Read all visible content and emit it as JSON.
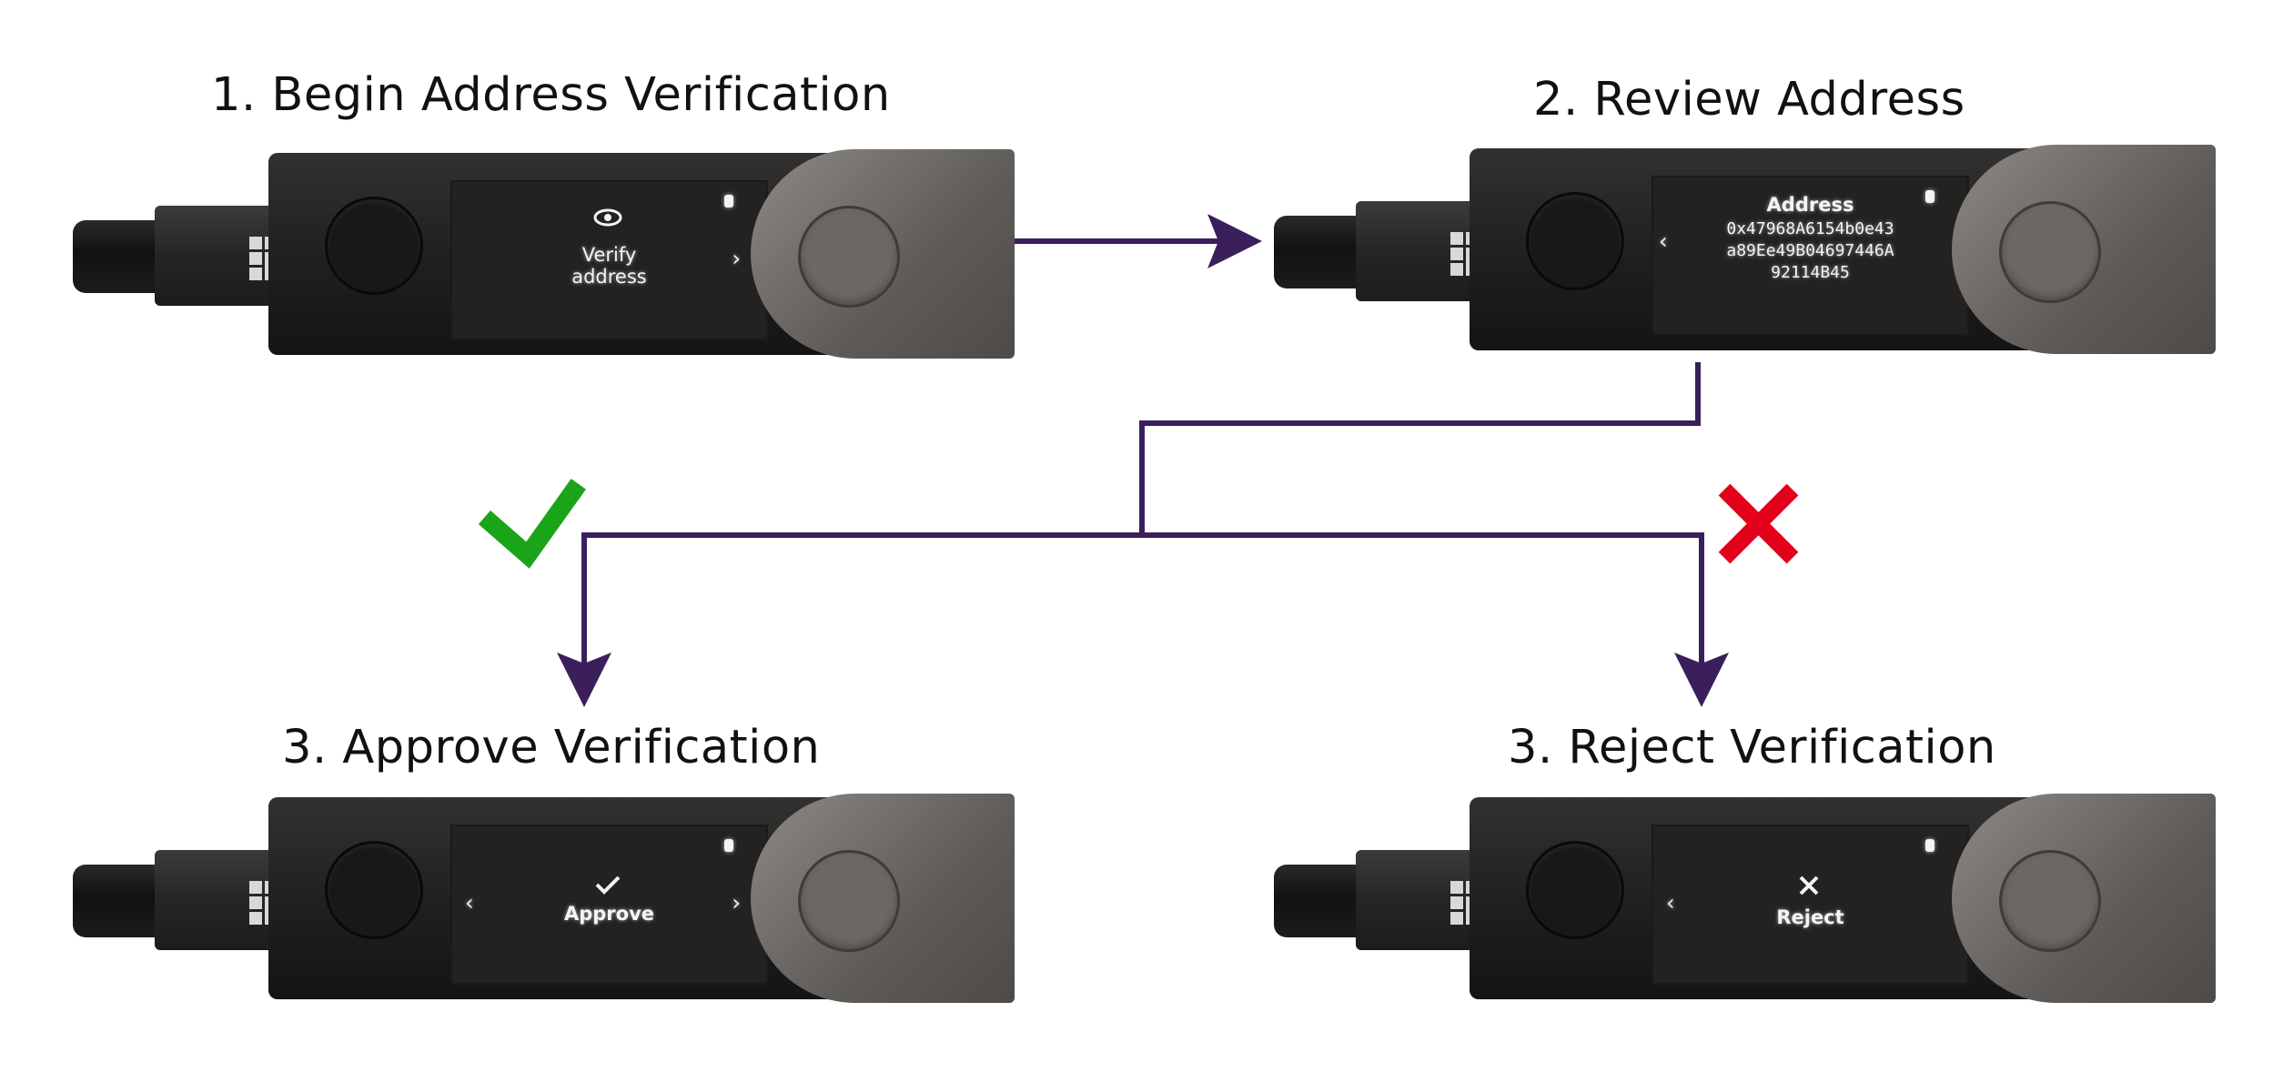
{
  "steps": [
    {
      "title": "1. Begin Address Verification",
      "screen": {
        "line1": "Verify",
        "line2": "address"
      }
    },
    {
      "title": "2. Review Address",
      "screen": {
        "heading": "Address",
        "address_lines": [
          "0x47968A6154b0e43",
          "a89Ee49B04697446A",
          "92114B45"
        ]
      }
    },
    {
      "title": "3. Approve Verification",
      "screen": {
        "label": "Approve"
      }
    },
    {
      "title": "3. Reject Verification",
      "screen": {
        "label": "Reject"
      }
    }
  ],
  "colors": {
    "arrow": "#3b1f5c",
    "approve_check": "#1aa41a",
    "reject_cross": "#e3001b"
  },
  "icons": {
    "approve": "checkmark-icon",
    "reject": "x-icon",
    "verify": "eye-icon"
  }
}
